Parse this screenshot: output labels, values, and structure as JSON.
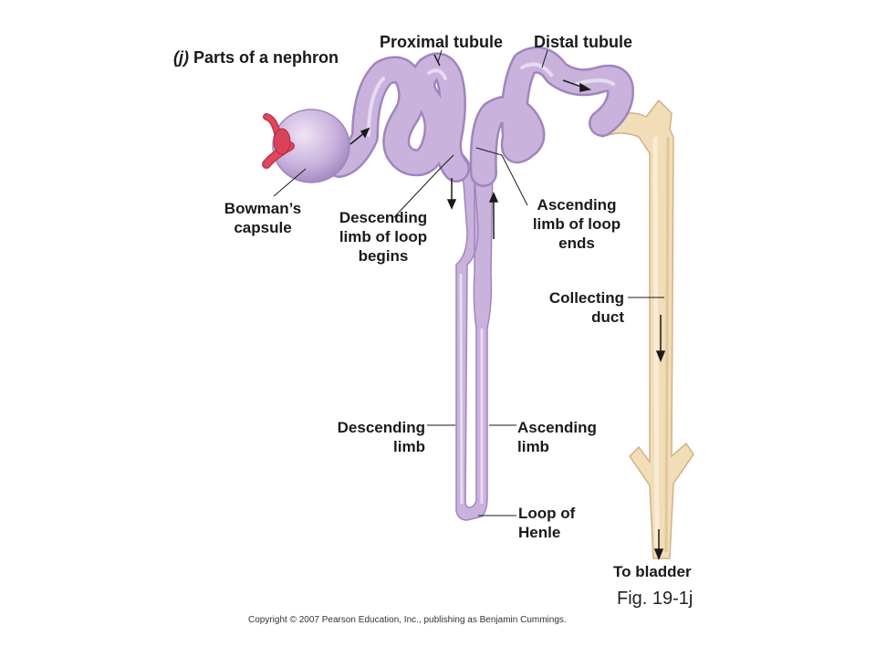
{
  "figure": {
    "part_letter": "(j)",
    "title": "Parts of a nephron",
    "fig_number": "Fig. 19-1j",
    "copyright": "Copyright © 2007 Pearson Education, Inc., publishing as Benjamin Cummings."
  },
  "labels": {
    "proximal_tubule": "Proximal tubule",
    "distal_tubule": "Distal tubule",
    "bowmans_capsule": [
      "Bowman’s",
      "capsule"
    ],
    "descending_limb_begins": [
      "Descending",
      "limb of loop",
      "begins"
    ],
    "ascending_limb_ends": [
      "Ascending",
      "limb of loop",
      "ends"
    ],
    "collecting_duct": [
      "Collecting",
      "duct"
    ],
    "descending_limb": [
      "Descending",
      "limb"
    ],
    "ascending_limb": [
      "Ascending",
      "limb"
    ],
    "loop_of_henle": [
      "Loop of",
      "Henle"
    ],
    "to_bladder": "To bladder"
  },
  "colors": {
    "tubule_fill": "#c9b3dd",
    "tubule_shade": "#a58cc2",
    "tubule_highlight": "#e6dbf0",
    "duct_fill": "#f1ddb8",
    "duct_shade": "#d9bf90",
    "vessel": "#e0475a",
    "leader_line": "#1a1a1a"
  }
}
